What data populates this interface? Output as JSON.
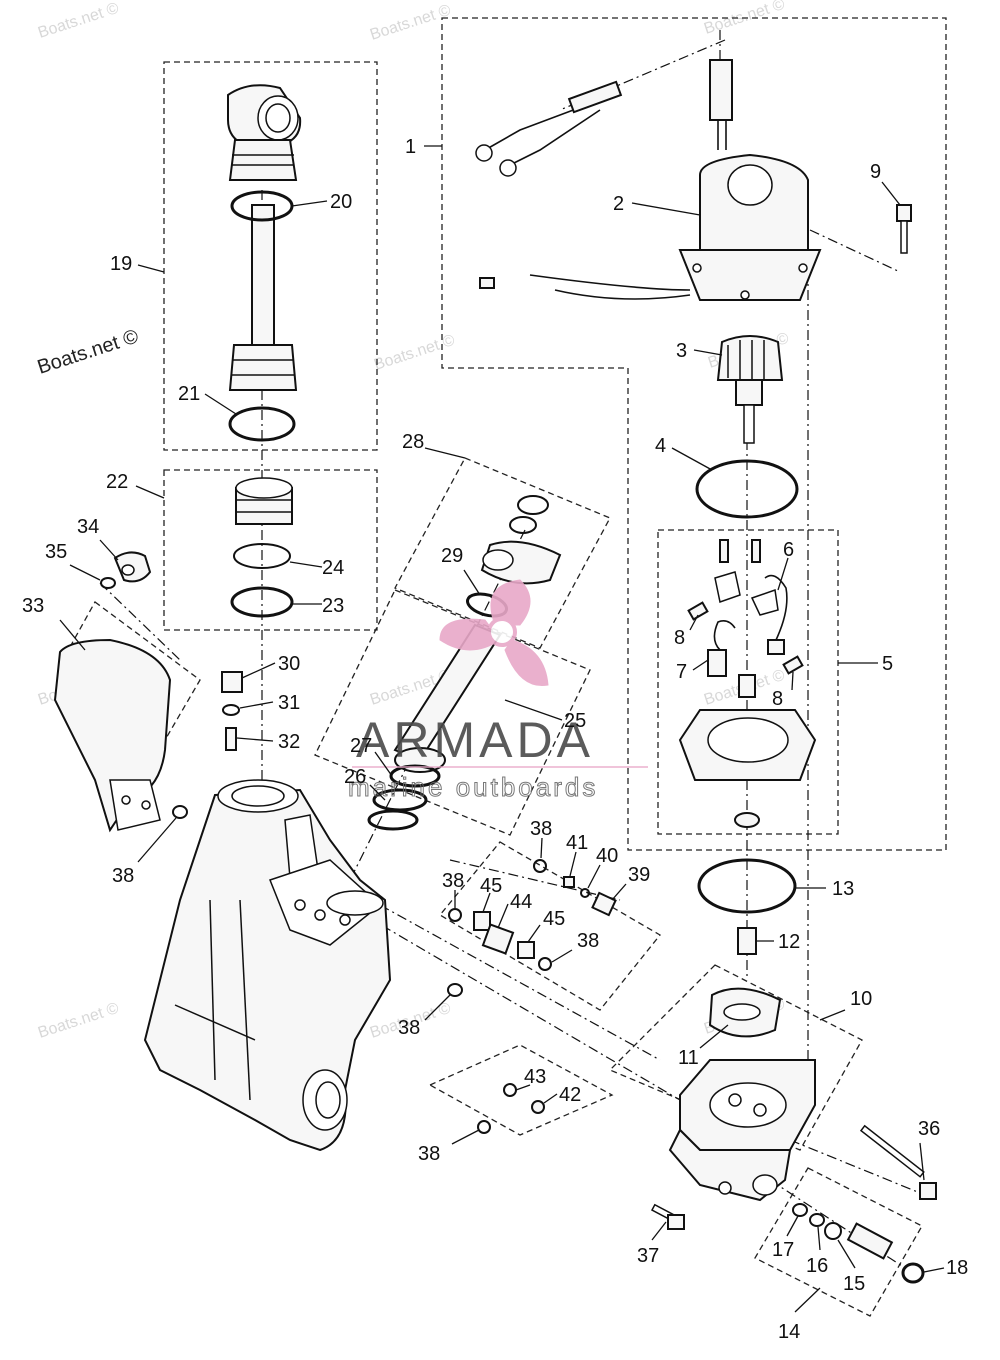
{
  "watermark": {
    "small": "Boats.net ©",
    "large": "Boats.net ©"
  },
  "logo": {
    "brand": "ARMADA",
    "subtitle": "marine outboards",
    "color": "#e8a8c8"
  },
  "callouts": [
    {
      "id": "1",
      "label": "1"
    },
    {
      "id": "2",
      "label": "2"
    },
    {
      "id": "3",
      "label": "3"
    },
    {
      "id": "4",
      "label": "4"
    },
    {
      "id": "5",
      "label": "5"
    },
    {
      "id": "6",
      "label": "6"
    },
    {
      "id": "7",
      "label": "7"
    },
    {
      "id": "8a",
      "label": "8"
    },
    {
      "id": "8b",
      "label": "8"
    },
    {
      "id": "9",
      "label": "9"
    },
    {
      "id": "10",
      "label": "10"
    },
    {
      "id": "11",
      "label": "11"
    },
    {
      "id": "12",
      "label": "12"
    },
    {
      "id": "13",
      "label": "13"
    },
    {
      "id": "14",
      "label": "14"
    },
    {
      "id": "15",
      "label": "15"
    },
    {
      "id": "16",
      "label": "16"
    },
    {
      "id": "17",
      "label": "17"
    },
    {
      "id": "18",
      "label": "18"
    },
    {
      "id": "19",
      "label": "19"
    },
    {
      "id": "20",
      "label": "20"
    },
    {
      "id": "21",
      "label": "21"
    },
    {
      "id": "22",
      "label": "22"
    },
    {
      "id": "23",
      "label": "23"
    },
    {
      "id": "24",
      "label": "24"
    },
    {
      "id": "25",
      "label": "25"
    },
    {
      "id": "26",
      "label": "26"
    },
    {
      "id": "27",
      "label": "27"
    },
    {
      "id": "28",
      "label": "28"
    },
    {
      "id": "29",
      "label": "29"
    },
    {
      "id": "30",
      "label": "30"
    },
    {
      "id": "31",
      "label": "31"
    },
    {
      "id": "32",
      "label": "32"
    },
    {
      "id": "33",
      "label": "33"
    },
    {
      "id": "34",
      "label": "34"
    },
    {
      "id": "35",
      "label": "35"
    },
    {
      "id": "36",
      "label": "36"
    },
    {
      "id": "37",
      "label": "37"
    },
    {
      "id": "38a",
      "label": "38"
    },
    {
      "id": "38b",
      "label": "38"
    },
    {
      "id": "38c",
      "label": "38"
    },
    {
      "id": "38d",
      "label": "38"
    },
    {
      "id": "38e",
      "label": "38"
    },
    {
      "id": "38f",
      "label": "38"
    },
    {
      "id": "39",
      "label": "39"
    },
    {
      "id": "40",
      "label": "40"
    },
    {
      "id": "41",
      "label": "41"
    },
    {
      "id": "42",
      "label": "42"
    },
    {
      "id": "43",
      "label": "43"
    },
    {
      "id": "44",
      "label": "44"
    },
    {
      "id": "45a",
      "label": "45"
    },
    {
      "id": "45b",
      "label": "45"
    }
  ]
}
